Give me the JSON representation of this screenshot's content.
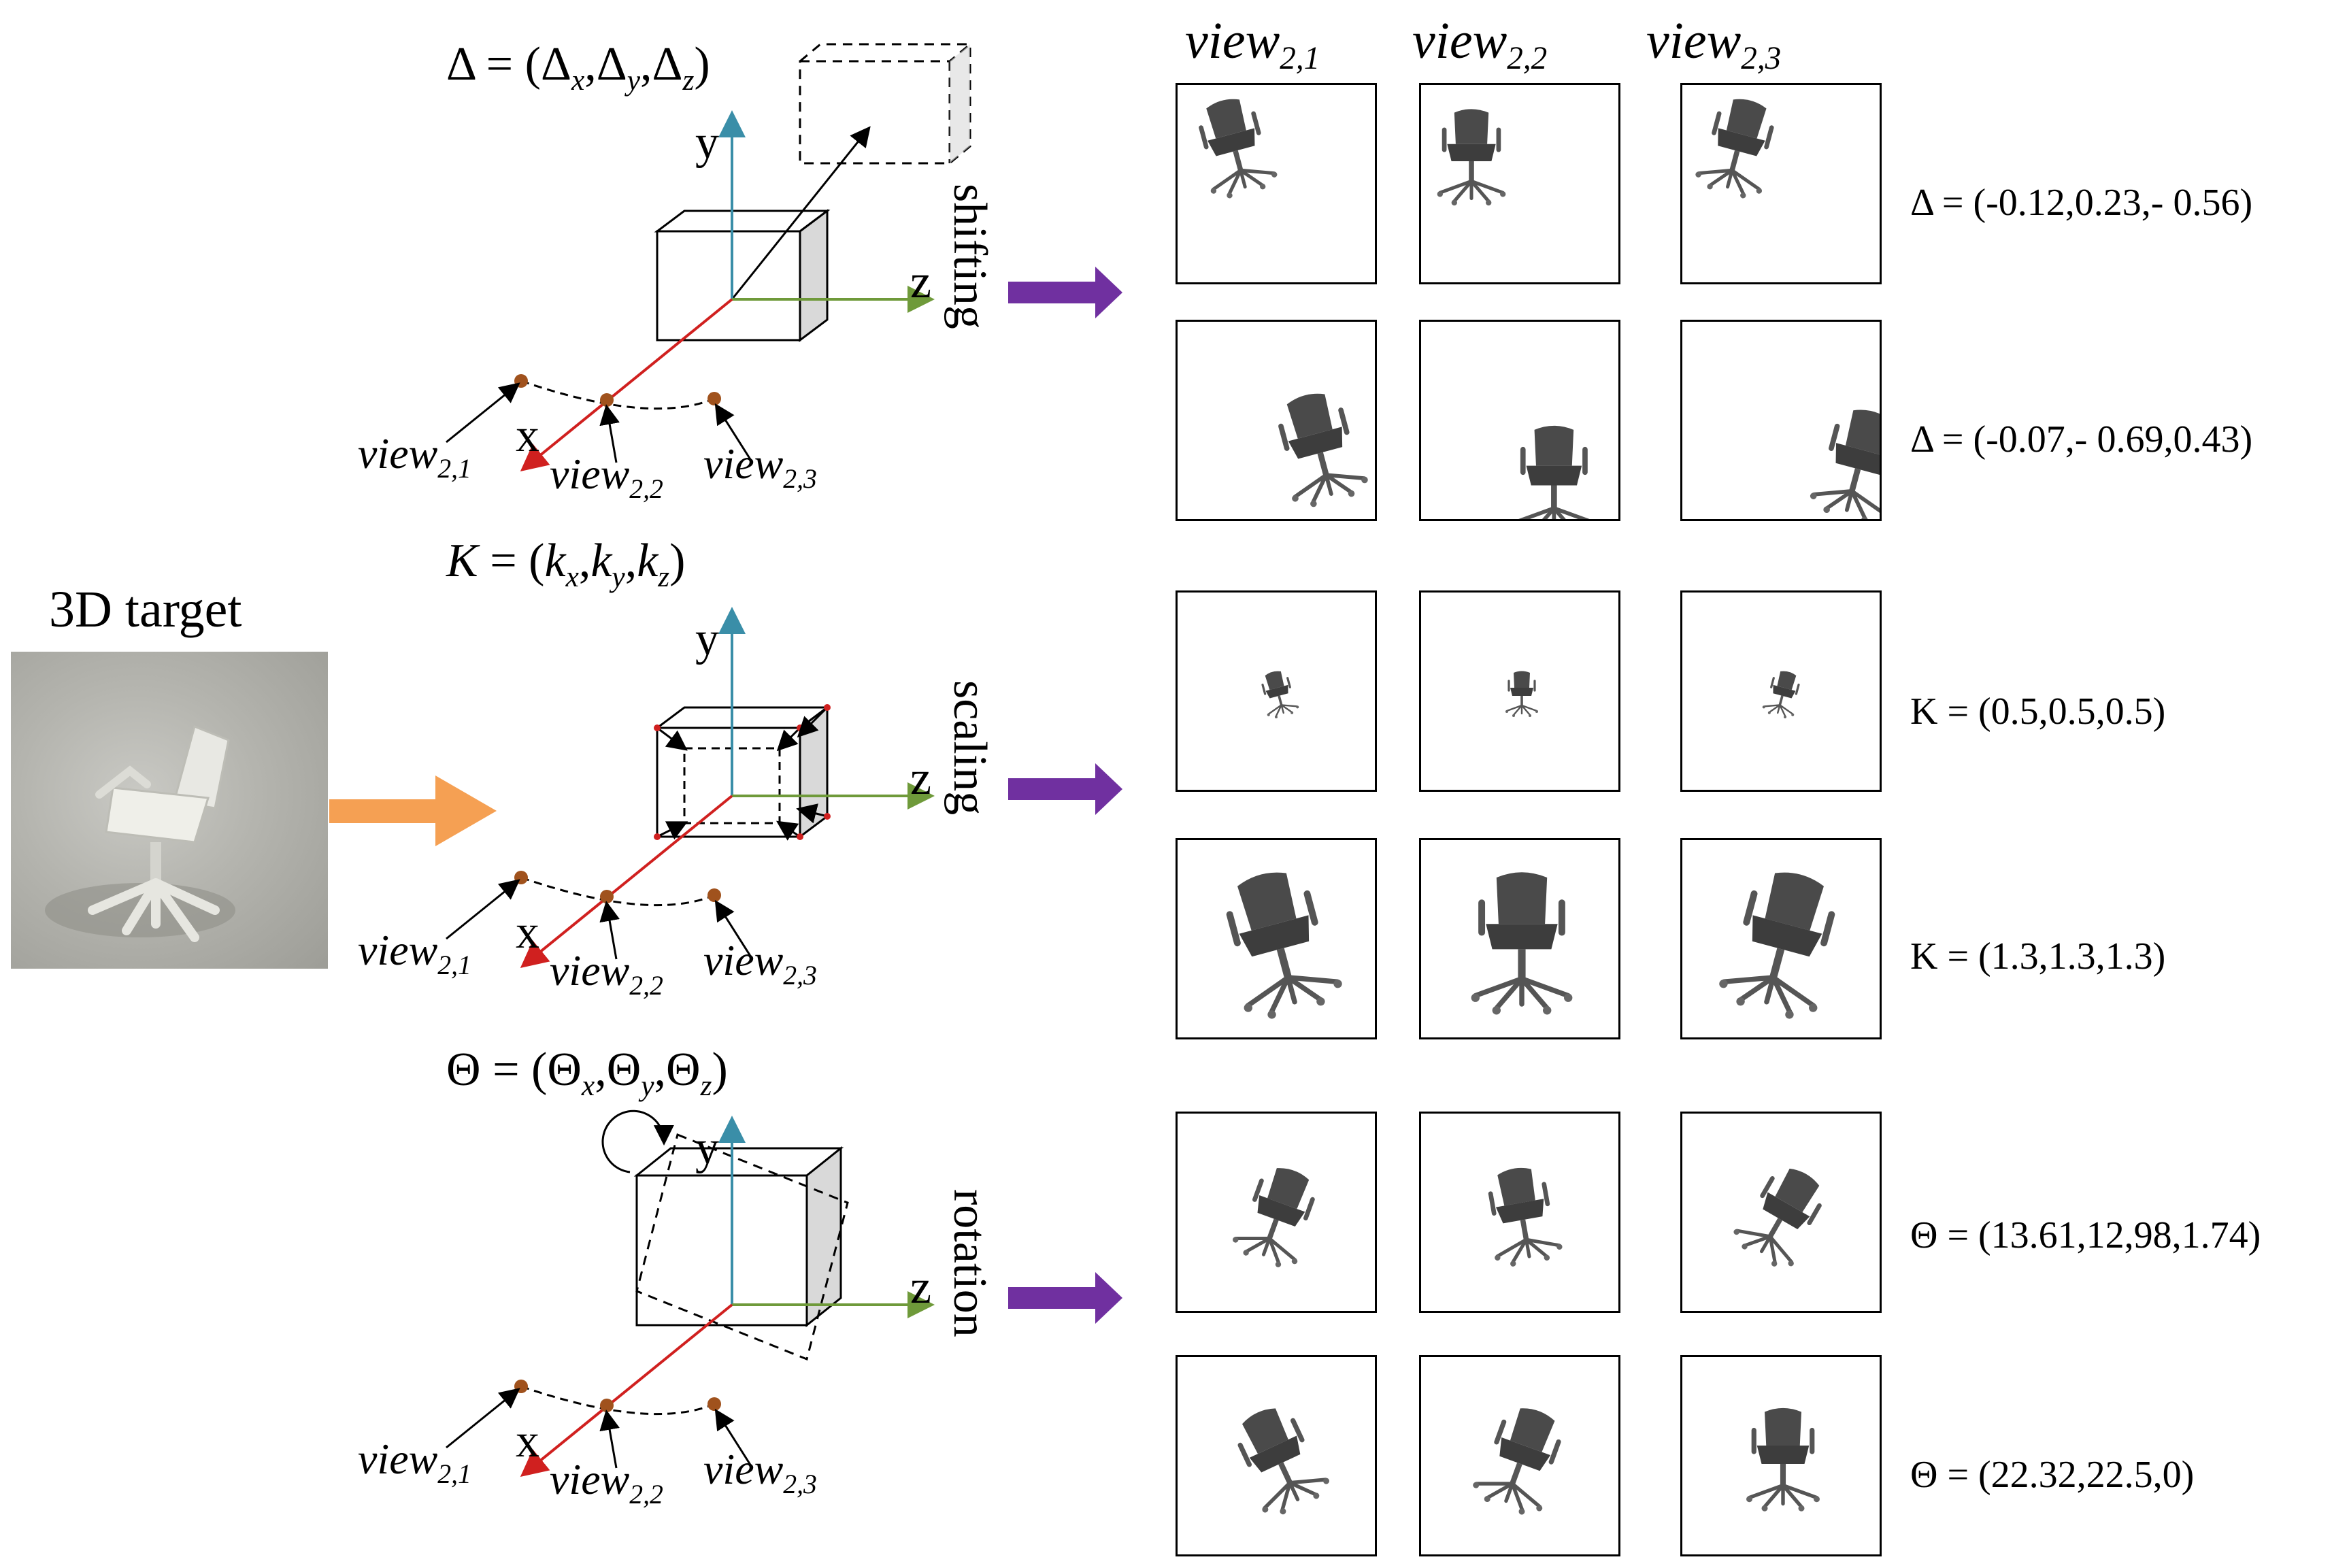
{
  "target": {
    "label": "3D target",
    "image": "grey-office-chair-render"
  },
  "columns": [
    "view",
    "view",
    "view"
  ],
  "column_subscripts": [
    "2,1",
    "2,2",
    "2,3"
  ],
  "rows": [
    {
      "operation": "shifting",
      "symbol": "Δ",
      "formula": {
        "lhs": "Δ",
        "rhs_prefix": "(",
        "terms": [
          "Δ",
          "Δ",
          "Δ"
        ],
        "subs": [
          "x",
          "y",
          "z"
        ],
        "rhs_suffix": ")"
      },
      "camera_labels": [
        "view",
        "view",
        "view"
      ],
      "camera_subs": [
        "2,1",
        "2,2",
        "2,3"
      ],
      "axis_labels": {
        "x": "x",
        "y": "y",
        "z": "z"
      },
      "examples": [
        {
          "params": "Δ = (-0.12,0.23,- 0.56)",
          "scale": 0.42,
          "positions": [
            [
              0.28,
              0.3
            ],
            [
              0.25,
              0.35
            ],
            [
              0.28,
              0.3
            ]
          ]
        },
        {
          "params": "Δ = (-0.07,- 0.69,0.43)",
          "scale": 0.48,
          "positions": [
            [
              0.7,
              0.62
            ],
            [
              0.66,
              0.78
            ],
            [
              0.88,
              0.7
            ]
          ]
        }
      ]
    },
    {
      "operation": "scaling",
      "symbol": "K",
      "formula": {
        "lhs": "K",
        "rhs_prefix": "(",
        "terms": [
          "k",
          "k",
          "k"
        ],
        "subs": [
          "x",
          "y",
          "z"
        ],
        "rhs_suffix": ")"
      },
      "camera_labels": [
        "view",
        "view",
        "view"
      ],
      "camera_subs": [
        "2,1",
        "2,2",
        "2,3"
      ],
      "axis_labels": {
        "x": "x",
        "y": "y",
        "z": "z"
      },
      "examples": [
        {
          "params": "K = (0.5,0.5,0.5)",
          "scale": 0.2,
          "positions": [
            [
              0.5,
              0.5
            ],
            [
              0.5,
              0.5
            ],
            [
              0.5,
              0.5
            ]
          ]
        },
        {
          "params": "K = (1.3,1.3,1.3)",
          "scale": 0.62,
          "positions": [
            [
              0.5,
              0.5
            ],
            [
              0.5,
              0.5
            ],
            [
              0.5,
              0.5
            ]
          ]
        }
      ]
    },
    {
      "operation": "rotation",
      "symbol": "Θ",
      "formula": {
        "lhs": "Θ",
        "rhs_prefix": "(",
        "terms": [
          "Θ",
          "Θ",
          "Θ"
        ],
        "subs": [
          "x",
          "y",
          "z"
        ],
        "rhs_suffix": ")"
      },
      "camera_labels": [
        "view",
        "view",
        "view"
      ],
      "camera_subs": [
        "2,1",
        "2,2",
        "2,3"
      ],
      "axis_labels": {
        "x": "x",
        "y": "y",
        "z": "z"
      },
      "examples": [
        {
          "params": "Θ = (13.61,12,98,1.74)",
          "scale": 0.42,
          "positions": [
            [
              0.5,
              0.5
            ],
            [
              0.5,
              0.5
            ],
            [
              0.5,
              0.5
            ]
          ],
          "tilt": [
            20,
            -10,
            30
          ]
        },
        {
          "params": "Θ = (22.32,22.5,0)",
          "scale": 0.45,
          "positions": [
            [
              0.5,
              0.5
            ],
            [
              0.5,
              0.5
            ],
            [
              0.5,
              0.5
            ]
          ],
          "tilt": [
            -25,
            20,
            0
          ]
        }
      ]
    }
  ],
  "colors": {
    "x_axis": "#d0201f",
    "y_axis": "#3a8ea8",
    "z_axis": "#6f9a3a",
    "purple_arrow": "#7030a0",
    "orange_arrow": "#f5a053",
    "camera_dot": "#a0521d",
    "chair": "#4a4a4a",
    "box_side": "#d9d9d9"
  }
}
